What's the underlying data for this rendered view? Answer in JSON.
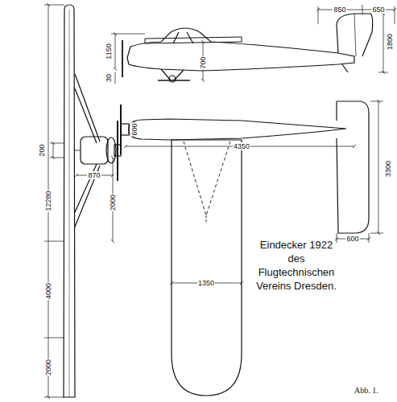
{
  "diagram": {
    "title": "Eindecker 1922 des Flugtechnischen Vereins Dresden.",
    "caption": "Abb. 1.",
    "labels": [
      "850",
      "650",
      "1150",
      "1800",
      "30",
      "700",
      "200",
      "600",
      "870",
      "4350",
      "3300",
      "2000",
      "12280",
      "4000",
      "2000",
      "1350",
      "600"
    ]
  }
}
